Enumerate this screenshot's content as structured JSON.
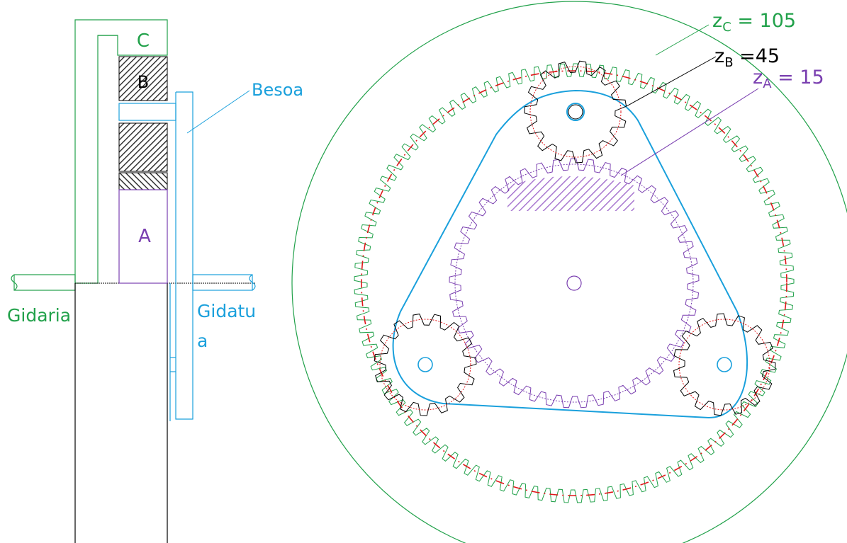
{
  "side_view": {
    "gear_c_label": "C",
    "gear_b_label": "B",
    "gear_a_label": "A",
    "arm_label": "Besoa",
    "driving_label": "Gidaria",
    "driven_label_line1": "Gidatu",
    "driven_label_line2": "a"
  },
  "front_view": {
    "ring_teeth_label": "z",
    "ring_teeth_sub": "C",
    "ring_teeth_value": " = 105",
    "planet_teeth_label": "z",
    "planet_teeth_sub": "B",
    "planet_teeth_value": " =45",
    "sun_teeth_label": "z",
    "sun_teeth_sub": "A",
    "sun_teeth_value": " = 15"
  },
  "colors": {
    "ring": "#21a14a",
    "planet": "#000000",
    "sun": "#7a3fb0",
    "arm": "#1aa0dc",
    "pitch": "#e0181b"
  }
}
